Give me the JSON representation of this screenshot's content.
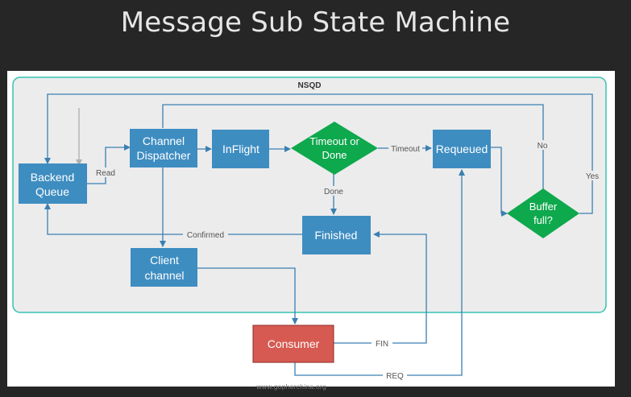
{
  "title": "Message Sub State Machine",
  "watermark": "www.gopherchina.org",
  "container": {
    "label": "NSQD"
  },
  "nodes": {
    "backend_queue": [
      "Backend",
      "Queue"
    ],
    "channel_dispatcher": [
      "Channel",
      "Dispatcher"
    ],
    "inflight": [
      "InFlight"
    ],
    "timeout_or_done": [
      "Timeout or",
      "Done"
    ],
    "requeued": [
      "Requeued"
    ],
    "buffer_full": [
      "Buffer",
      "full?"
    ],
    "finished": [
      "Finished"
    ],
    "client_channel": [
      "Client",
      "channel"
    ],
    "consumer": [
      "Consumer"
    ]
  },
  "edges": {
    "read": "Read",
    "timeout": "Timeout",
    "done": "Done",
    "no": "No",
    "yes": "Yes",
    "confirmed": "Confirmed",
    "fin": "FIN",
    "req": "REQ"
  },
  "colors": {
    "box_blue": "#3e8dc1",
    "diamond_green": "#0ea84d",
    "consumer_red": "#d65a51",
    "container_border": "#34c3b0",
    "container_fill": "#ececec",
    "arrow": "#3a7fb2"
  }
}
